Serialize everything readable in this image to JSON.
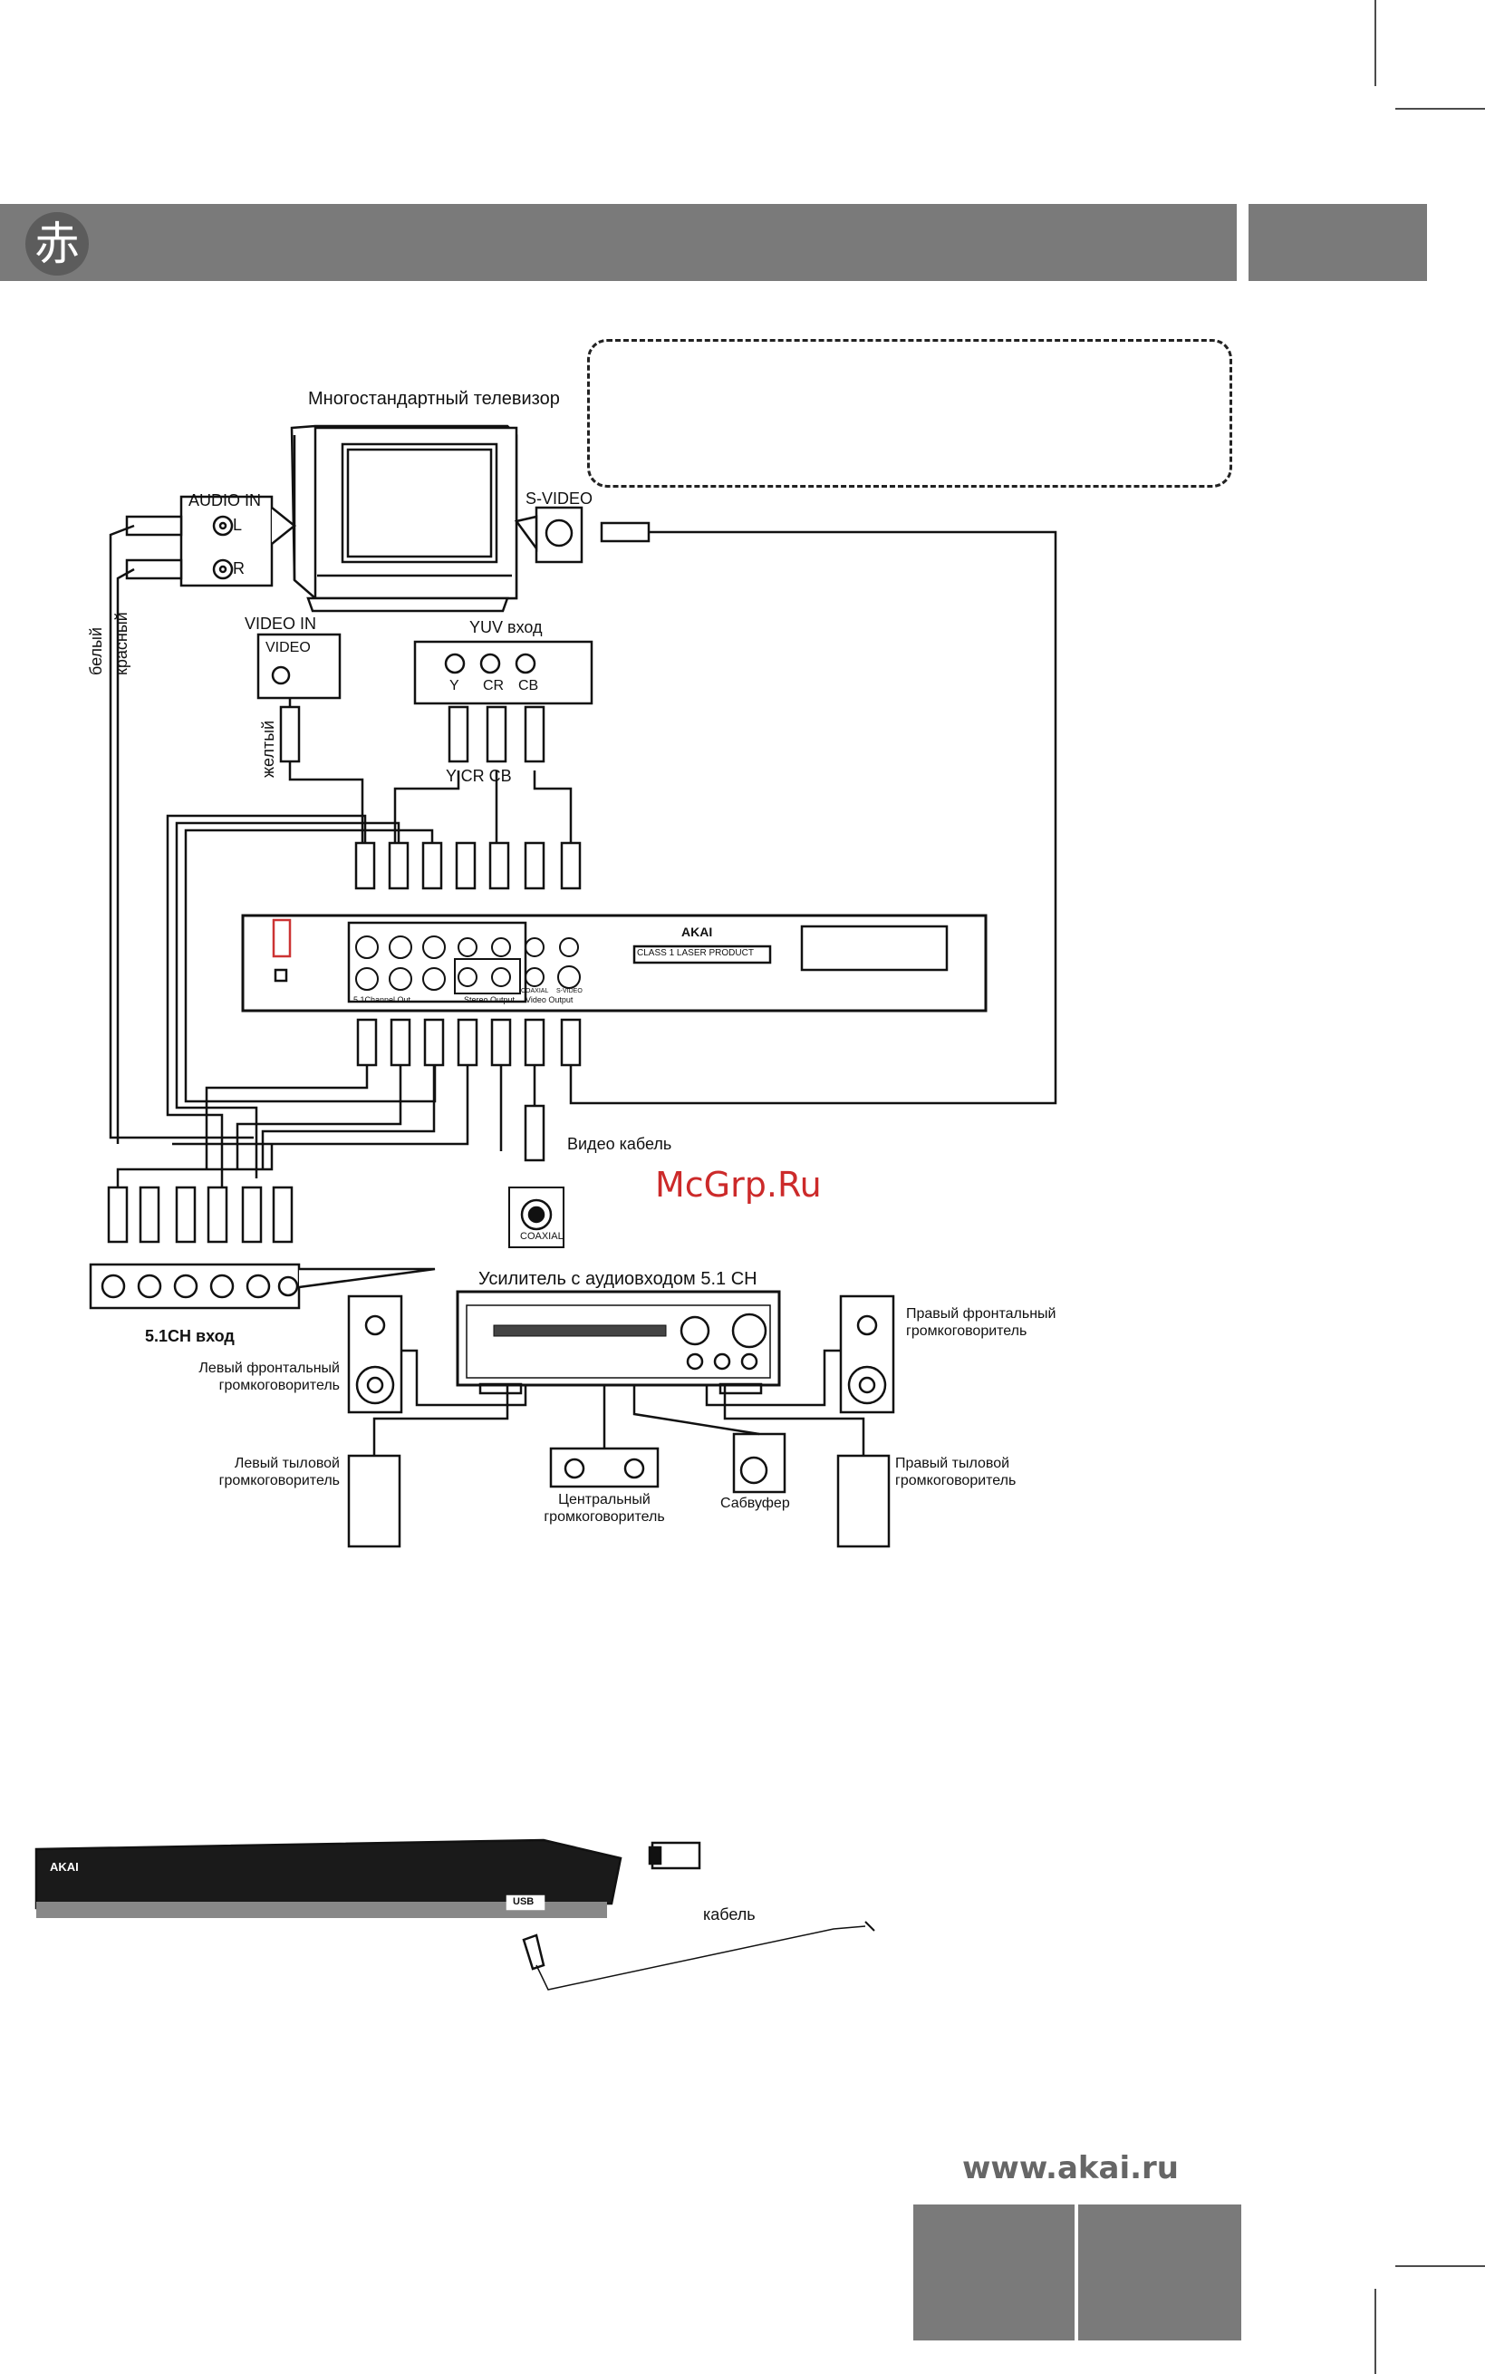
{
  "header": {
    "emblem_char": "赤"
  },
  "tv": {
    "label": "Многостандартный телевизор"
  },
  "tv_inputs": {
    "audio_in": "AUDIO IN",
    "left": "L",
    "right": "R",
    "s_video": "S-VIDEO",
    "video_in": "VIDEO IN",
    "video_port": "VIDEO",
    "yuv_in": "YUV вход",
    "yuv_ports": [
      "Y",
      "CR",
      "CB"
    ],
    "yuv_cables": "Y  CR  CB"
  },
  "cable_colors": {
    "white": "белый",
    "red": "красный",
    "yellow": "желтый"
  },
  "player": {
    "brand": "AKAI",
    "laser_label": "CLASS 1 LASER PRODUCT",
    "section_51": "5.1Channel Out",
    "section_stereo": "Stereo Output",
    "section_video": "Video Output",
    "rear_jack_labels": [
      "COAXIAL",
      "S-VIDEO"
    ]
  },
  "video_cable": "Видео кабель",
  "coaxial": "COAXIAL",
  "ch51_input": "5.1CH вход",
  "amplifier": "Усилитель с аудиовходом 5.1 CH",
  "speakers": {
    "front_left": "Левый фронтальный громкоговоритель",
    "front_right": "Правый фронтальный громкоговоритель",
    "rear_left": "Левый тыловой громкоговоритель",
    "rear_right": "Правый тыловой громкоговоритель",
    "center": "Центральный громкоговоритель",
    "subwoofer": "Сабвуфер"
  },
  "front_panel": {
    "brand": "AKAI",
    "usb": "USB"
  },
  "usb_cable": "кабель",
  "watermark": "McGrp.Ru",
  "footer": {
    "website": "www.akai.ru"
  }
}
